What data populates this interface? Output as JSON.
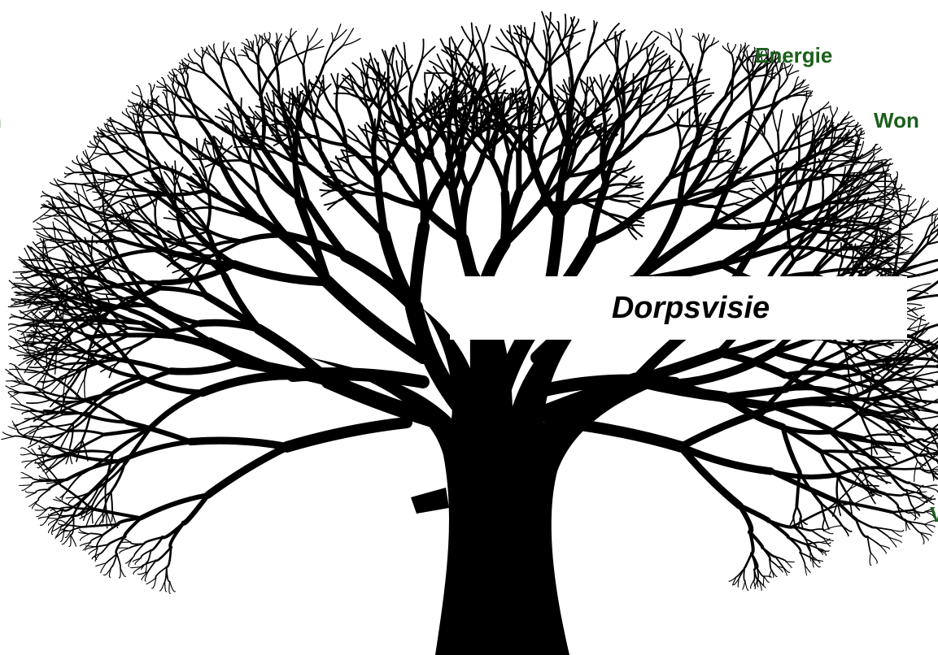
{
  "title": "Dorpsvisie",
  "labels": {
    "energie": "Energie",
    "wonen": "Won",
    "left_fragment": "n",
    "right_fragment": "V"
  },
  "colors": {
    "label_green": "#1a5e1a",
    "tree": "#000000",
    "background": "#ffffff"
  },
  "tree": {
    "icon": "tree-silhouette-icon"
  }
}
